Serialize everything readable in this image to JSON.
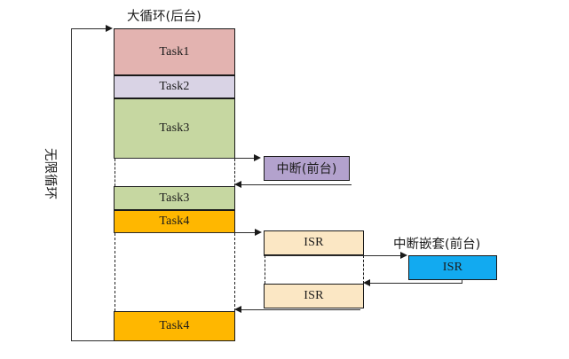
{
  "diagram": {
    "title_background": "大循环(后台)",
    "title_foreground_interrupt": "中断(前台)",
    "title_nested_interrupt": "中断嵌套(前台)",
    "loop_label": "无限循环",
    "footer_caption": ""
  },
  "colors": {
    "task1": "#e3b3b0",
    "task2": "#d9d3e5",
    "task3": "#c6d7a1",
    "task4": "#ffb700",
    "interrupt": "#b3a2cd",
    "isr": "#fbe7c4",
    "isr_nested": "#12aaf0",
    "stroke": "#1a1a1a",
    "background": "#ffffff"
  },
  "background_loop": {
    "blocks": [
      {
        "label": "Task1",
        "color_key": "task1"
      },
      {
        "label": "Task2",
        "color_key": "task2"
      },
      {
        "label": "Task3",
        "color_key": "task3"
      },
      {
        "label": "Task3",
        "color_key": "task3"
      },
      {
        "label": "Task4",
        "color_key": "task4"
      },
      {
        "label": "Task4",
        "color_key": "task4"
      }
    ]
  },
  "foreground": {
    "interrupt_block": {
      "label": "中断(前台)",
      "color_key": "interrupt"
    },
    "isr_blocks": [
      {
        "label": "ISR",
        "color_key": "isr"
      },
      {
        "label": "ISR",
        "color_key": "isr"
      }
    ],
    "nested_isr_block": {
      "label": "ISR",
      "color_key": "isr_nested"
    }
  }
}
